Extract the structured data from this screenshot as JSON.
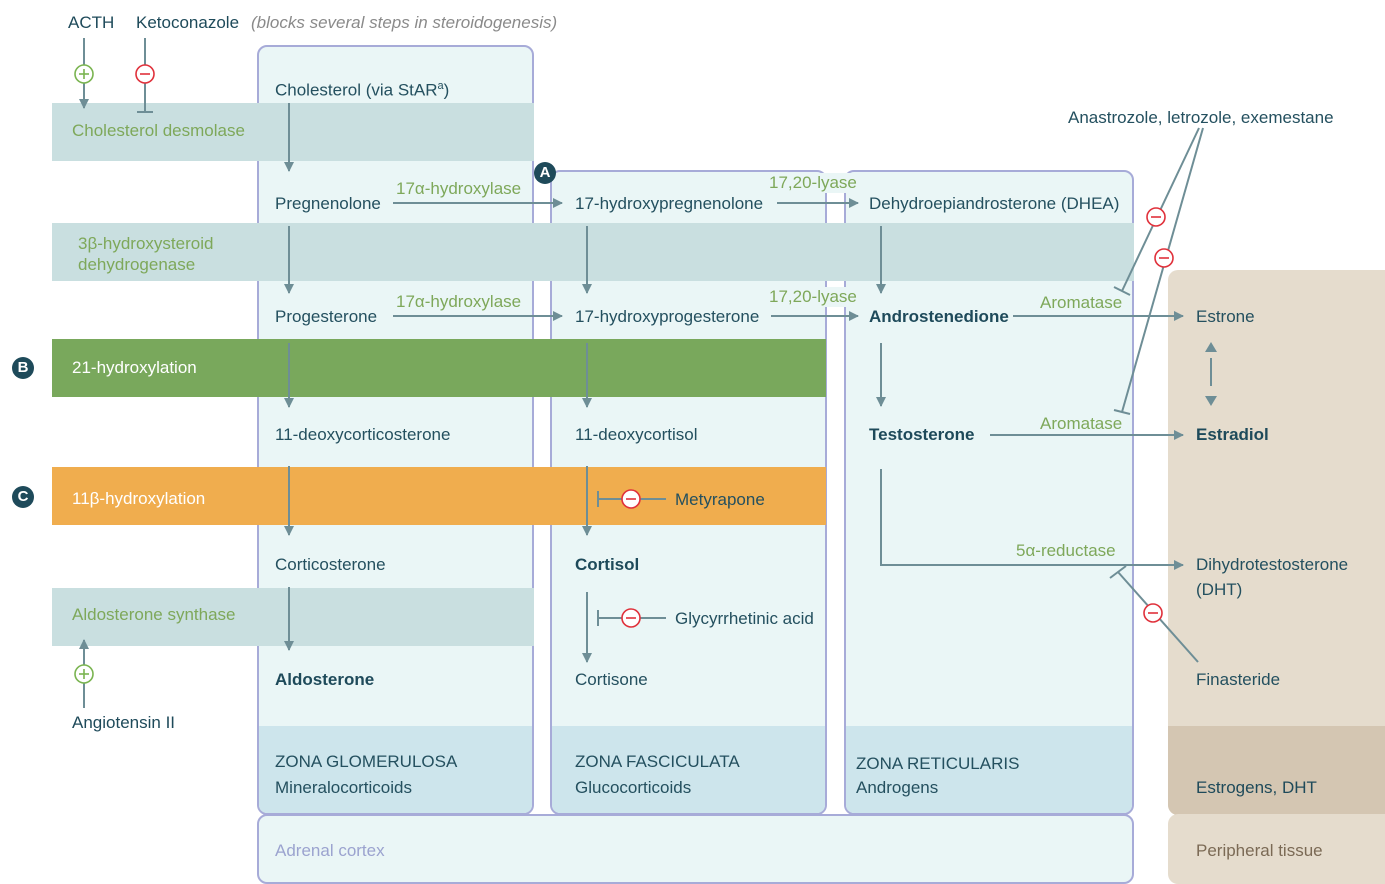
{
  "top": {
    "acth": "ACTH",
    "ketoconazole": "Ketoconazole",
    "ketoconazole_note": "(blocks several steps in steroidogenesis)",
    "inhibitors_aromatase": "Anastrozole, letrozole, exemestane",
    "angiotensin": "Angiotensin II"
  },
  "enzymes": {
    "desmolase": "Cholesterol desmolase",
    "hsd_line1": "3β-hydroxysteroid",
    "hsd_line2": "dehydrogenase",
    "hydroxylation21": "21-hydroxylation",
    "hydroxylation11": "11β-hydroxylation",
    "aldo_synthase": "Aldosterone synthase",
    "hydroxylase17a": "17α-hydroxylase",
    "hydroxylase17b": "17α-hydroxylase",
    "lyase1": "17,20-lyase",
    "lyase2": "17,20-lyase",
    "aromatase1": "Aromatase",
    "aromatase2": "Aromatase",
    "reductase": "5α-reductase"
  },
  "badges": {
    "a": "A",
    "b": "B",
    "c": "C"
  },
  "glomerulosa": {
    "cholesterol": "Cholesterol (via StAR",
    "cholesterol_sup": "a",
    "cholesterol_close": ")",
    "pregnenolone": "Pregnenolone",
    "progesterone": "Progesterone",
    "deoxycorticosterone": "11-deoxycorticosterone",
    "corticosterone": "Corticosterone",
    "aldosterone": "Aldosterone",
    "zone_name": "ZONA GLOMERULOSA",
    "zone_product": "Mineralocorticoids"
  },
  "fasciculata": {
    "hydroxypregnenolone": "17-hydroxypregnenolone",
    "hydroxyprogesterone": "17-hydroxyprogesterone",
    "deoxycortisol": "11-deoxycortisol",
    "metyrapone": "Metyrapone",
    "cortisol": "Cortisol",
    "glycyrrhetinic": "Glycyrrhetinic acid",
    "cortisone": "Cortisone",
    "zone_name": "ZONA FASCICULATA",
    "zone_product": "Glucocorticoids"
  },
  "reticularis": {
    "dhea": "Dehydroepiandrosterone (DHEA)",
    "androstenedione": "Androstenedione",
    "testosterone": "Testosterone",
    "zone_name": "ZONA RETICULARIS",
    "zone_product": "Androgens"
  },
  "peripheral": {
    "estrone": "Estrone",
    "estradiol": "Estradiol",
    "dht_line1": "Dihydrotestosterone",
    "dht_line2": "(DHT)",
    "finasteride": "Finasteride",
    "product": "Estrogens, DHT"
  },
  "footer": {
    "adrenal_cortex": "Adrenal cortex",
    "peripheral_tissue": "Peripheral tissue"
  },
  "colors": {
    "zone_bg": "#eaf6f6",
    "zone_border": "#a7abd8",
    "band_gray": "#c9dfe0",
    "band_green": "#79a85c",
    "band_orange": "#f0ad4e",
    "arrow": "#6e8e96",
    "inhibit": "#e0313b",
    "stimulate": "#7ab450",
    "peripheral_bg": "#e5dccd"
  }
}
